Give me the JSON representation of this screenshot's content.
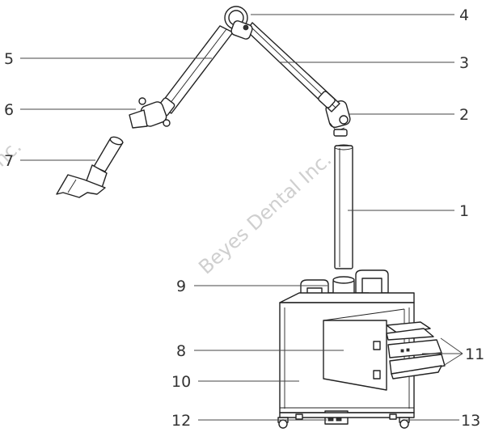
{
  "diagram": {
    "watermark": "Beyes Dental Inc.",
    "callouts": [
      {
        "id": "1",
        "label": "1"
      },
      {
        "id": "2",
        "label": "2"
      },
      {
        "id": "3",
        "label": "3"
      },
      {
        "id": "4",
        "label": "4"
      },
      {
        "id": "5",
        "label": "5"
      },
      {
        "id": "6",
        "label": "6"
      },
      {
        "id": "7",
        "label": "7"
      },
      {
        "id": "8",
        "label": "8"
      },
      {
        "id": "9",
        "label": "9"
      },
      {
        "id": "10",
        "label": "10"
      },
      {
        "id": "11",
        "label": "11"
      },
      {
        "id": "12",
        "label": "12"
      },
      {
        "id": "13",
        "label": "13"
      }
    ]
  }
}
